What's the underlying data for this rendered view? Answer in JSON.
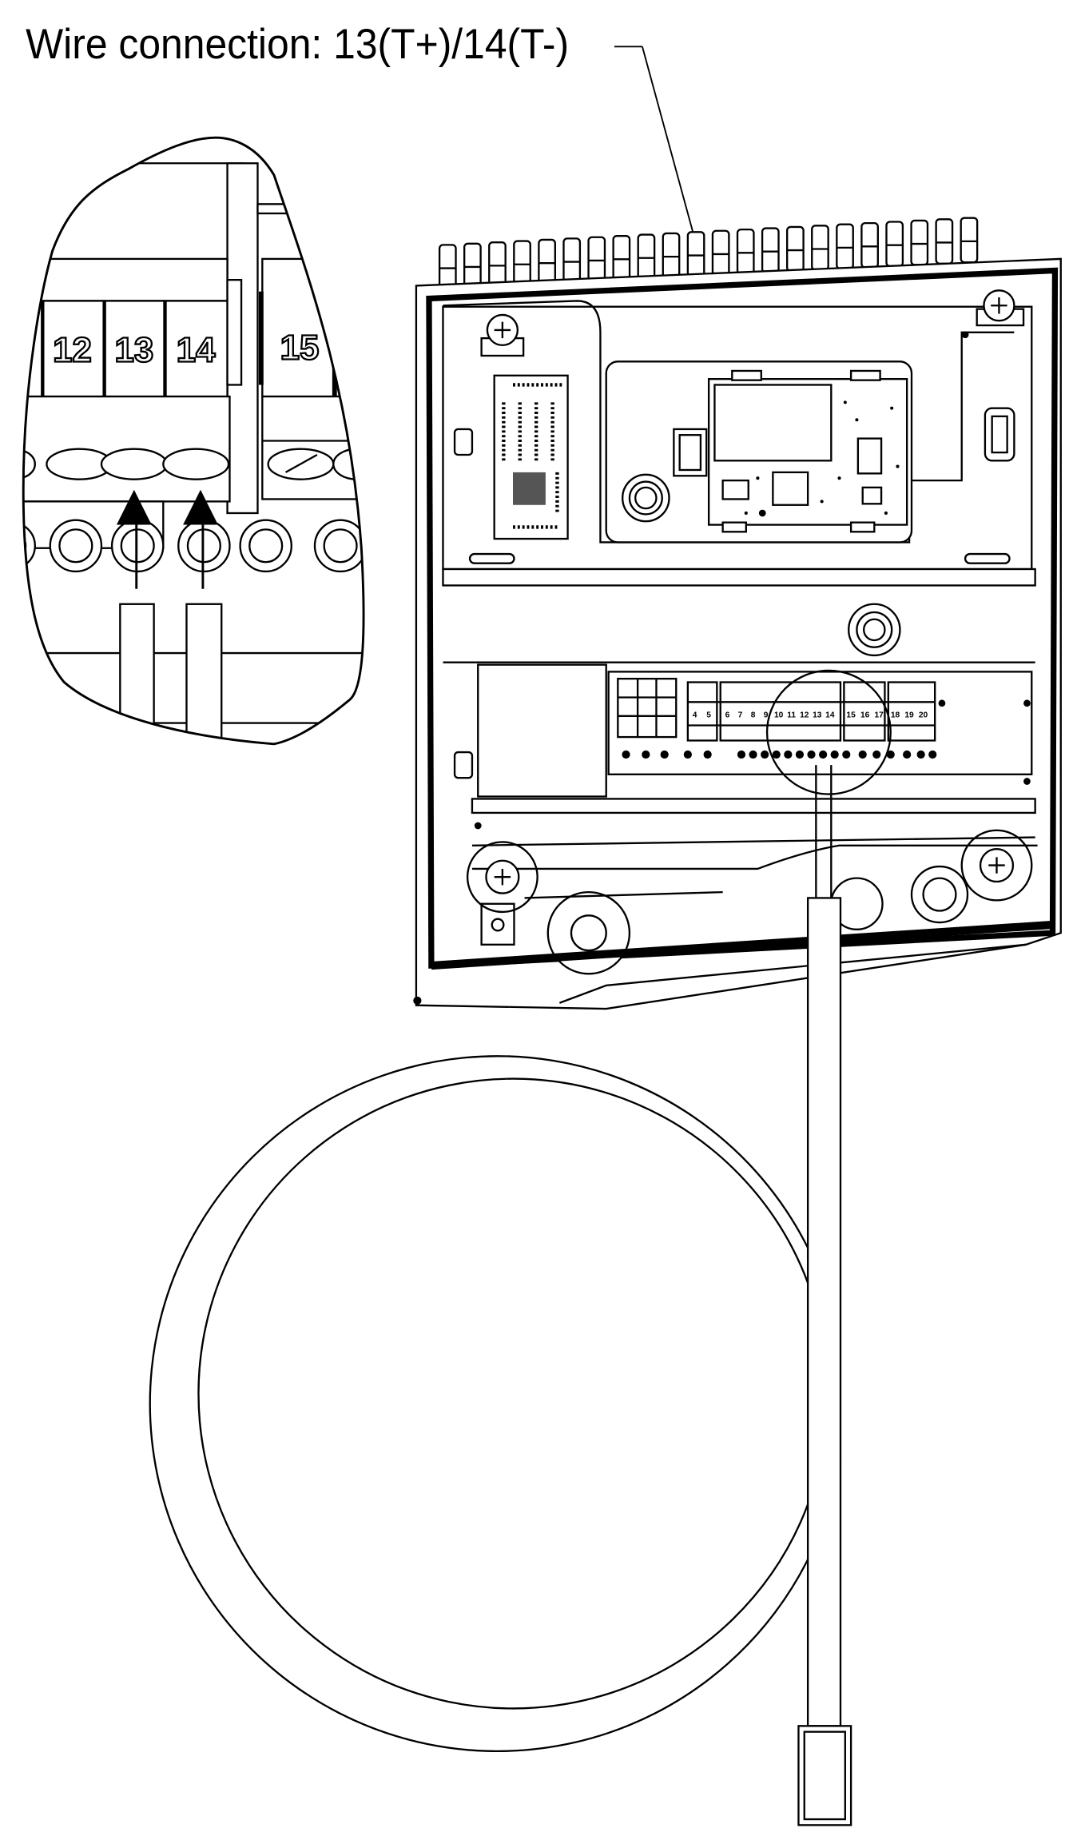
{
  "title": "Wire connection: 13(T+)/14(T-)",
  "inset": {
    "terminal_labels": [
      "12",
      "13",
      "14",
      "15"
    ]
  },
  "device": {
    "strip_labels": [
      "4",
      "5",
      "6",
      "7",
      "8",
      "9",
      "10",
      "11",
      "12",
      "13",
      "14",
      "15",
      "16",
      "17",
      "18",
      "19",
      "20"
    ]
  },
  "colors": {
    "line": "#000000",
    "background": "#ffffff"
  }
}
